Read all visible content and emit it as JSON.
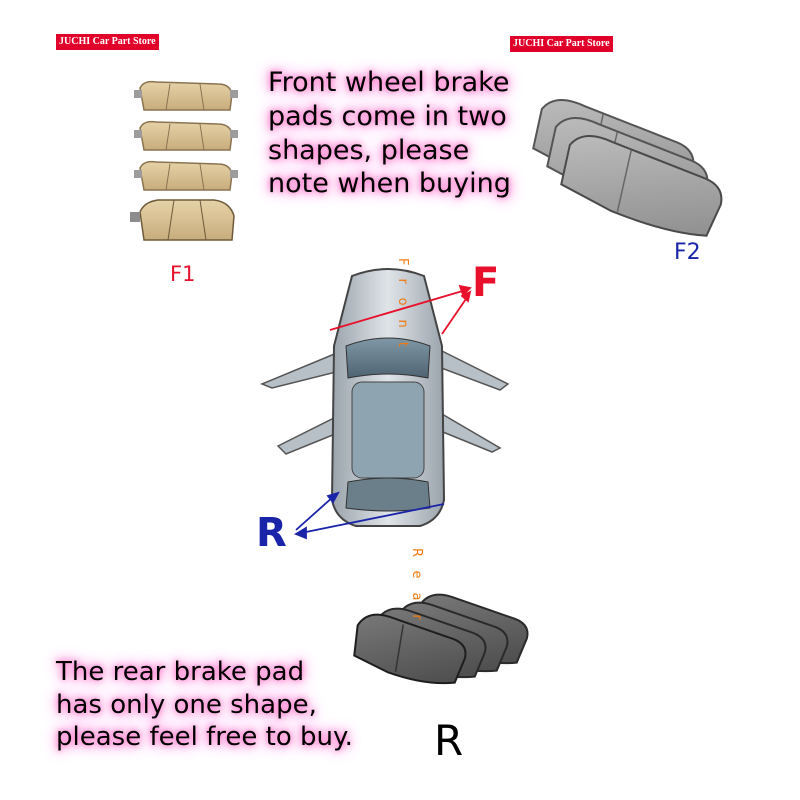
{
  "store_tag_left": "JUCHI Car Part Store",
  "store_tag_right": "JUCHI Car Part Store",
  "front_notice": [
    "Front wheel brake",
    "pads come in two",
    "shapes, please",
    "note when buying"
  ],
  "rear_notice": [
    "The rear brake pad",
    "has only one shape,",
    "please feel free to buy."
  ],
  "label_f1": "F1",
  "label_f2": "F2",
  "label_f": "F",
  "label_r_car": "R",
  "label_r_pad": "R",
  "car_front_word": "Front",
  "car_rear_word": "Rear",
  "colors": {
    "red": "#e8102a",
    "blue": "#1a24a8",
    "orange": "#f07a10",
    "glow": "#ff6ec7"
  }
}
